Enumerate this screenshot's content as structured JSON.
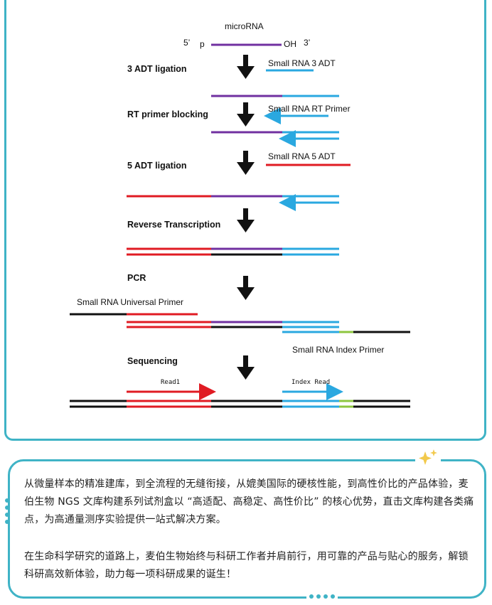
{
  "diagram": {
    "microrna_label": "microRNA",
    "five_prime": "5’",
    "p_label": "p",
    "oh_label": "OH",
    "three_prime": "3’",
    "steps": [
      "3 ADT ligation",
      "RT primer blocking",
      "5 ADT ligation",
      "Reverse Transcription",
      "PCR",
      "Sequencing"
    ],
    "adapter_labels": {
      "adt3": "Small RNA 3 ADT",
      "rt_primer": "Small RNA RT Primer",
      "adt5": "Small RNA 5 ADT",
      "universal_primer": "Small RNA Universal Primer",
      "index_primer": "Small RNA Index Primer",
      "read1": "Read1",
      "index_read": "Index Read"
    },
    "colors": {
      "microrna": "#7030a0",
      "adt3": "#2aa8e0",
      "adt5": "#e01b23",
      "universal": "#000000",
      "index": "#8dc63f",
      "frame": "#3fb3c6"
    }
  },
  "text_card": {
    "paragraph1": "从微量样本的精准建库，到全流程的无缝衔接，从媲美国际的硬核性能，到高性价比的产品体验，麦伯生物 NGS 文库构建系列试剂盒以 “高适配、高稳定、高性价比” 的核心优势，直击文库构建各类痛点，为高通量测序实验提供一站式解决方案。",
    "paragraph2": "在生命科学研究的道路上，麦伯生物始终与科研工作者并肩前行，用可靠的产品与贴心的服务，解锁科研高效新体验，助力每一项科研成果的诞生！"
  }
}
